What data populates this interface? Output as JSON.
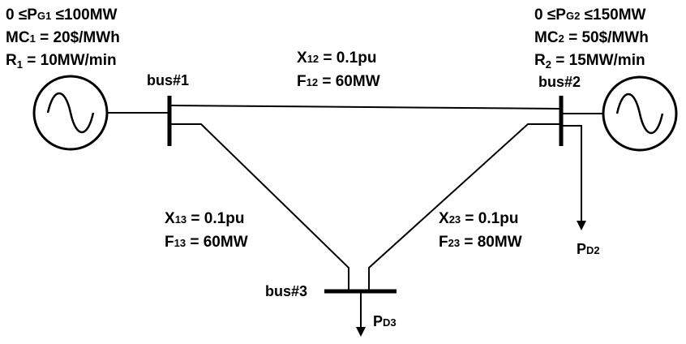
{
  "gen1": {
    "limit": {
      "prefix": "0 ≤P",
      "sub": "G1",
      "suffix": " ≤100MW"
    },
    "mc": {
      "prefix": "MC",
      "sub": "1",
      "suffix": " = 20$/MWh"
    },
    "ramp": {
      "prefix": "R",
      "sub": "1",
      "suffix": " = 10MW/min"
    },
    "bus_label": "bus#1"
  },
  "gen2": {
    "limit": {
      "prefix": "0 ≤P",
      "sub": "G2",
      "suffix": " ≤150MW"
    },
    "mc": {
      "prefix": "MC",
      "sub": "2",
      "suffix": " = 50$/MWh"
    },
    "ramp": {
      "prefix": "R",
      "sub": "2",
      "suffix": " = 15MW/min"
    },
    "bus_label": "bus#2"
  },
  "bus3": {
    "label": "bus#3"
  },
  "line12": {
    "x": {
      "prefix": "X",
      "sub": "12",
      "suffix": " = 0.1pu"
    },
    "f": {
      "prefix": "F",
      "sub": "12",
      "suffix": " = 60MW"
    }
  },
  "line13": {
    "x": {
      "prefix": "X",
      "sub": "13",
      "suffix": " = 0.1pu"
    },
    "f": {
      "prefix": "F",
      "sub": "13",
      "suffix": " = 60MW"
    }
  },
  "line23": {
    "x": {
      "prefix": "X",
      "sub": "23",
      "suffix": " = 0.1pu"
    },
    "f": {
      "prefix": "F",
      "sub": "23",
      "suffix": " = 80MW"
    }
  },
  "load2": {
    "prefix": "P",
    "sub": "D2"
  },
  "load3": {
    "prefix": "P",
    "sub": "D3"
  }
}
